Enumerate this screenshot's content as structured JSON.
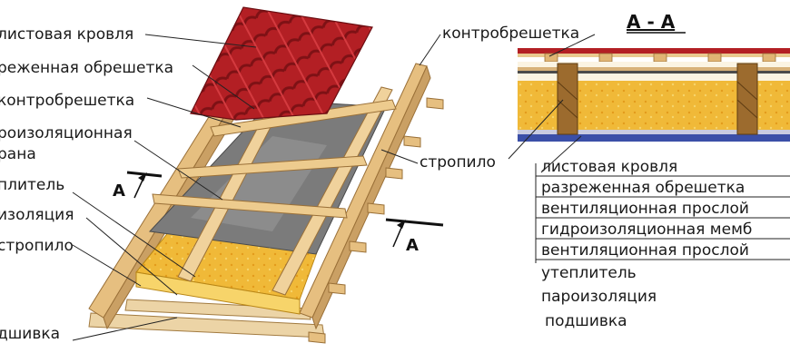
{
  "left_labels": [
    "листовая кровля",
    "реженная обрешетка",
    "контробрешетка",
    "роизоляционная",
    "рана",
    "плитель",
    "изоляция",
    "стропило",
    "дшивка"
  ],
  "top_label": "контробрешетка",
  "rafter_label": "стропило",
  "section_title": "А - А",
  "section_marks": [
    "А",
    "А"
  ],
  "right_labels": [
    "листовая кровля",
    "разреженная обрешетка",
    "вентиляционная прослой",
    "гидроизоляционная мемб",
    "вентиляционная прослой",
    "утеплитель",
    "пароизоляция",
    "подшивка"
  ],
  "colors": {
    "metal_tile": "#b31f24",
    "wood": "#e9c98f",
    "membrane": "#7a7a7a",
    "insulation": "#f3c62b",
    "vapor_barrier": "#d9d9e4",
    "section_blue": "#3b4fa8"
  }
}
